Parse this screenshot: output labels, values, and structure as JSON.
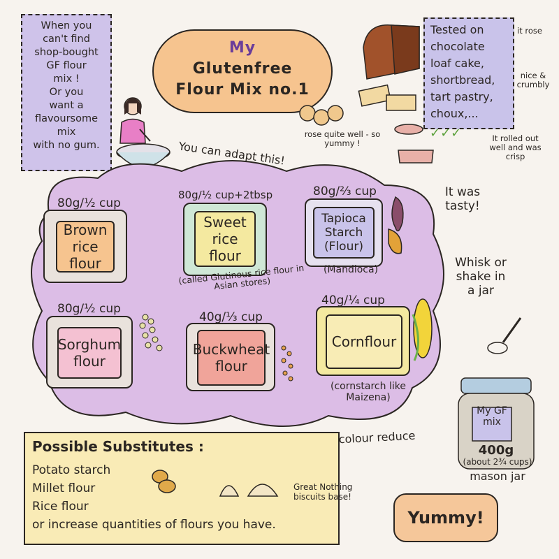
{
  "intro": {
    "lines": [
      "When you",
      "can't find",
      "shop-bought",
      "GF flour",
      "mix !",
      "Or you",
      "want a",
      "flavoursome",
      "mix",
      "with no gum."
    ]
  },
  "title": {
    "line1": "My",
    "line2": "Glutenfree",
    "line3": "Flour Mix no.1"
  },
  "tested": {
    "lines": [
      "Tested on",
      "chocolate",
      "loaf cake,",
      "shortbread,",
      "tart pastry,",
      "choux,..."
    ],
    "note_rose": "it rose",
    "note_crumbly": "nice & crumbly",
    "note_pastry": "It rolled out well and was crisp",
    "note_choux": "rose quite well - so yummy !"
  },
  "adapt_text": "You can adapt this!",
  "tasty_text": "It was tasty!",
  "flours": [
    {
      "amount": "80g/½ cup",
      "name": "Brown rice flour",
      "note": ""
    },
    {
      "amount": "80g/½ cup+2tbsp",
      "name": "Sweet rice flour",
      "note": "(called Glutinous rice flour in Asian stores)"
    },
    {
      "amount": "80g/⅔ cup",
      "name": "Tapioca Starch (Flour)",
      "note": "(Mandioca)"
    },
    {
      "amount": "80g/½ cup",
      "name": "Sorghum flour",
      "note": ""
    },
    {
      "amount": "40g/⅓ cup",
      "name": "Buckwheat flour",
      "note": ""
    },
    {
      "amount": "40g/¼ cup",
      "name": "Cornflour",
      "note": "(cornstarch like Maizena)"
    }
  ],
  "whisk_text": "Whisk or shake in a jar",
  "jar": {
    "label": "My GF mix",
    "amount": "400g",
    "cups": "(about 2¾ cups)",
    "caption": "mason jar"
  },
  "lighter_text": "To make it lighter in colour reduce the buckwheat.",
  "substitutes": {
    "heading": "Possible Substitutes :",
    "items": [
      "Potato starch",
      "Millet flour",
      "Rice flour",
      "or increase quantities of flours you have."
    ]
  },
  "biscuits_note": "Great Nothing biscuits base!",
  "yummy": "Yummy!",
  "colors": {
    "background": "#f7f3ee",
    "cloud": "#dcbde6",
    "intro_box": "#cfc3ea",
    "title_cloud": "#f6c48f",
    "substitutes_box": "#f9ebb6"
  }
}
